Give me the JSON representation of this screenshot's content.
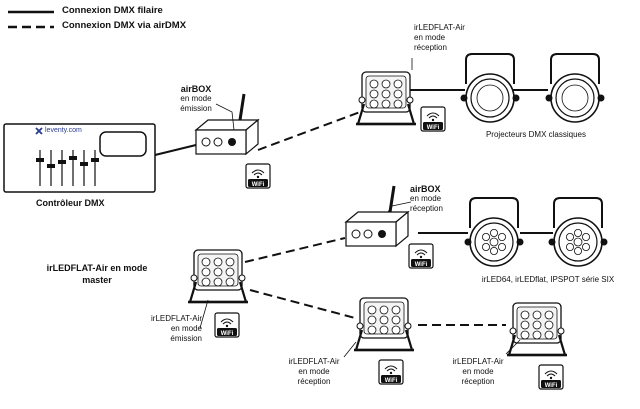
{
  "legend": {
    "wired": "Connexion DMX filaire",
    "wireless": "Connexion DMX via airDMX"
  },
  "controller": {
    "brand": "leventy.com",
    "label": "Contrôleur DMX"
  },
  "airbox_emit": {
    "name": "airBOX",
    "line1": "en mode",
    "line2": "émission"
  },
  "airbox_recv": {
    "name": "airBOX",
    "line1": "en mode",
    "line2": "réception"
  },
  "top_receiver": {
    "line1": "irLEDFLAT-Air",
    "line2": "en mode",
    "line3": "réception"
  },
  "classic_projectors": {
    "label": "Projecteurs DMX classiques"
  },
  "series_projectors": {
    "label": "irLED64, irLEDflat, IPSPOT série SIX"
  },
  "master": {
    "line1": "irLEDFLAT-Air en mode",
    "line2": "master"
  },
  "master_emit": {
    "line1": "irLEDFLAT-Air",
    "line2": "en mode",
    "line3": "émission"
  },
  "recv_mid": {
    "line1": "irLEDFLAT-Air",
    "line2": "en mode",
    "line3": "réception"
  },
  "recv_right": {
    "line1": "irLEDFLAT-Air",
    "line2": "en mode",
    "line3": "réception"
  },
  "wifi_badge": {
    "text": "WiFi"
  }
}
